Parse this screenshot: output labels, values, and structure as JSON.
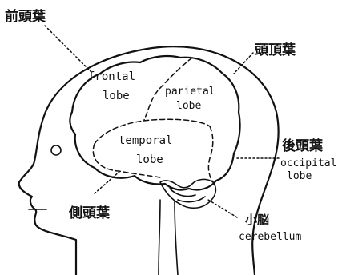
{
  "labels": {
    "frontal_jp": "前頭葉",
    "parietal_jp": "頭頂葉",
    "occipital_jp": "後頭葉",
    "temporal_jp": "側頭葉",
    "cerebellum_jp": "小脳",
    "frontal_en_1": "frontal",
    "frontal_en_2": "lobe",
    "parietal_en_1": "parietal",
    "parietal_en_2": "lobe",
    "temporal_en_1": "temporal",
    "temporal_en_2": "lobe",
    "occipital_en_1": "occipital",
    "occipital_en_2": "lobe",
    "cerebellum_en": "cerebellum"
  }
}
